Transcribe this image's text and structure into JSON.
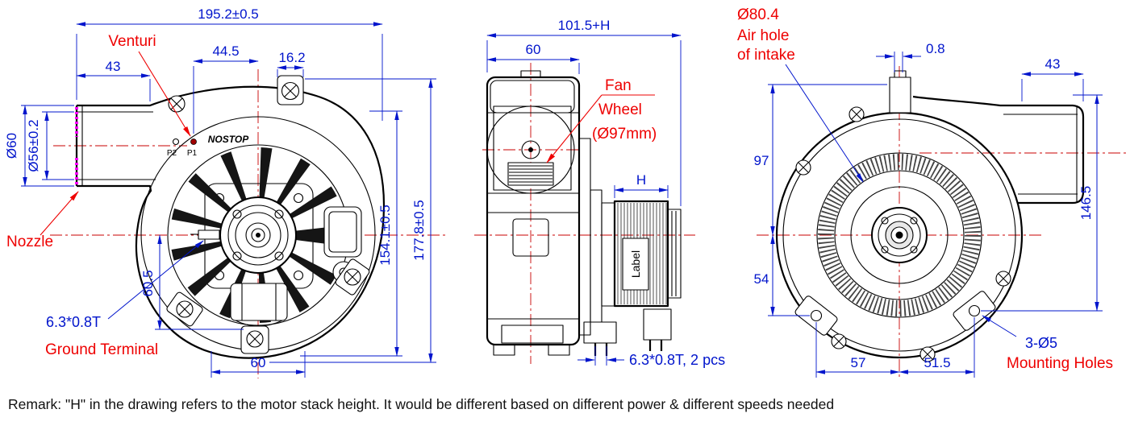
{
  "colors": {
    "dimension_blue": "#0014cc",
    "label_red": "#ee0000",
    "line_black": "#000000",
    "centerline_red": "#c80000",
    "weld_magenta": "#ff00ff",
    "background": "#ffffff"
  },
  "front_view": {
    "labels": {
      "venturi": "Venturi",
      "nozzle": "Nozzle",
      "ground_terminal": "Ground Terminal",
      "terminal_size": "6.3*0.8T",
      "brand": "NOSTOP",
      "port_p2": "P2",
      "port_p1": "P1"
    },
    "dims": {
      "overall_width": "195.2±0.5",
      "venturi_to_center": "44.5",
      "tab_width": "16.2",
      "nozzle_length": "43",
      "nozzle_outer_dia": "Ø60",
      "nozzle_inner_dia": "Ø56±0.2",
      "center_offset": "60.5",
      "body_dia": "154.1±0.5",
      "overall_height": "177.8±0.5",
      "foot_span": "60"
    }
  },
  "side_view": {
    "labels": {
      "fan_wheel_line1": "Fan",
      "fan_wheel_line2": "Wheel",
      "fan_wheel_line3": "(Ø97mm)",
      "motor_label": "Label",
      "terminals": "6.3*0.8T, 2 pcs"
    },
    "dims": {
      "overall_depth": "101.5+H",
      "housing_depth": "60",
      "motor_stack": "H"
    }
  },
  "rear_view": {
    "labels": {
      "intake_dia": "Ø80.4",
      "air_hole_line1": "Air hole",
      "air_hole_line2": "of intake",
      "mounting_holes": "Mounting Holes"
    },
    "dims": {
      "tab_offset": "0.8",
      "outlet_length": "43",
      "center_to_top": "97",
      "center_to_foot": "54",
      "overall_height": "146.5",
      "foot_left_offset": "57",
      "foot_right_offset": "51.5",
      "mounting_holes": "3-Ø5"
    }
  },
  "remark": "Remark: \"H\" in the drawing refers to the motor stack height. It would be different based on different power & different speeds needed"
}
